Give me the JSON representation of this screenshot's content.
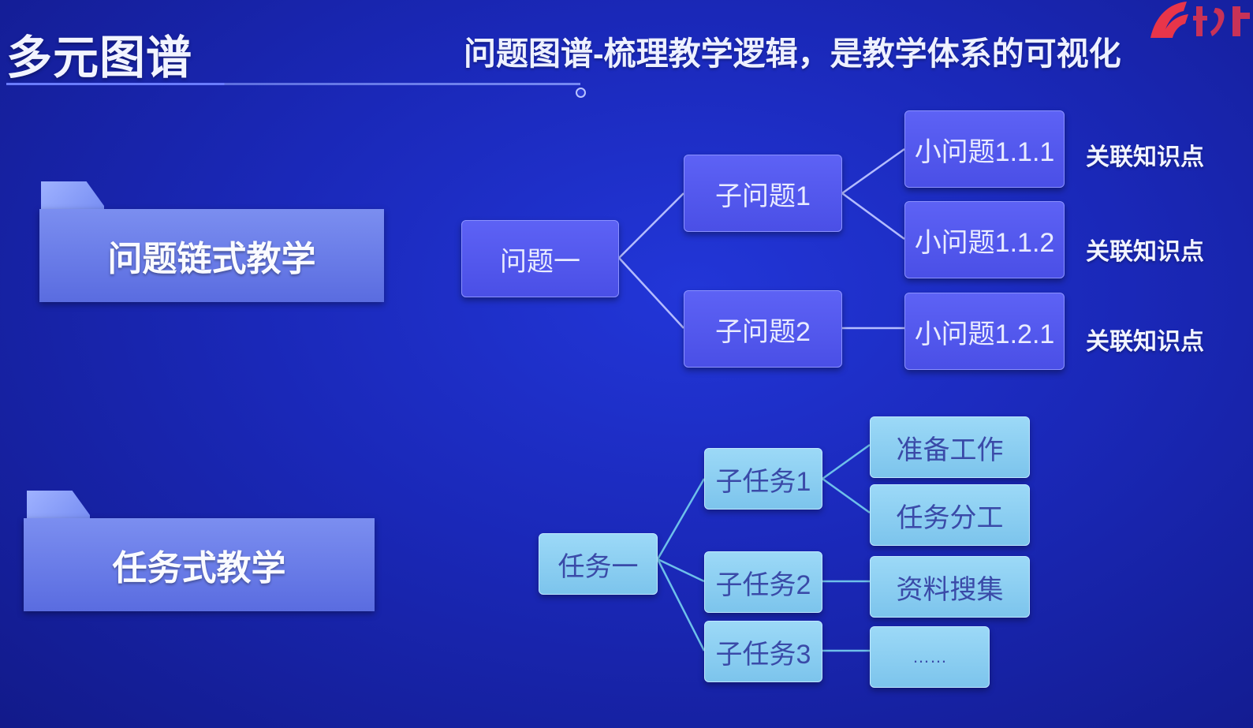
{
  "header": {
    "title": "多元图谱",
    "subtitle": "问题图谱-梳理教学逻辑，是教学体系的可视化"
  },
  "brand": {
    "logo_icon": "red-brand-logo-icon",
    "accent": "#e8354a"
  },
  "colors": {
    "background": "#1a28b8",
    "question_node": "#4a4fe6",
    "task_node": "#7cc4ec"
  },
  "sections": {
    "question_chain": {
      "label": "问题链式教学",
      "root": "问题一",
      "subs": [
        {
          "label": "子问题1",
          "children": [
            "小问题1.1.1",
            "小问题1.1.2"
          ]
        },
        {
          "label": "子问题2",
          "children": [
            "小问题1.2.1"
          ]
        }
      ],
      "knowledge_label": "关联知识点"
    },
    "task_based": {
      "label": "任务式教学",
      "root": "任务一",
      "subs": [
        {
          "label": "子任务1",
          "children": [
            "准备工作",
            "任务分工"
          ]
        },
        {
          "label": "子任务2",
          "children": [
            "资料搜集"
          ]
        },
        {
          "label": "子任务3",
          "children": [
            "……"
          ]
        }
      ]
    }
  }
}
